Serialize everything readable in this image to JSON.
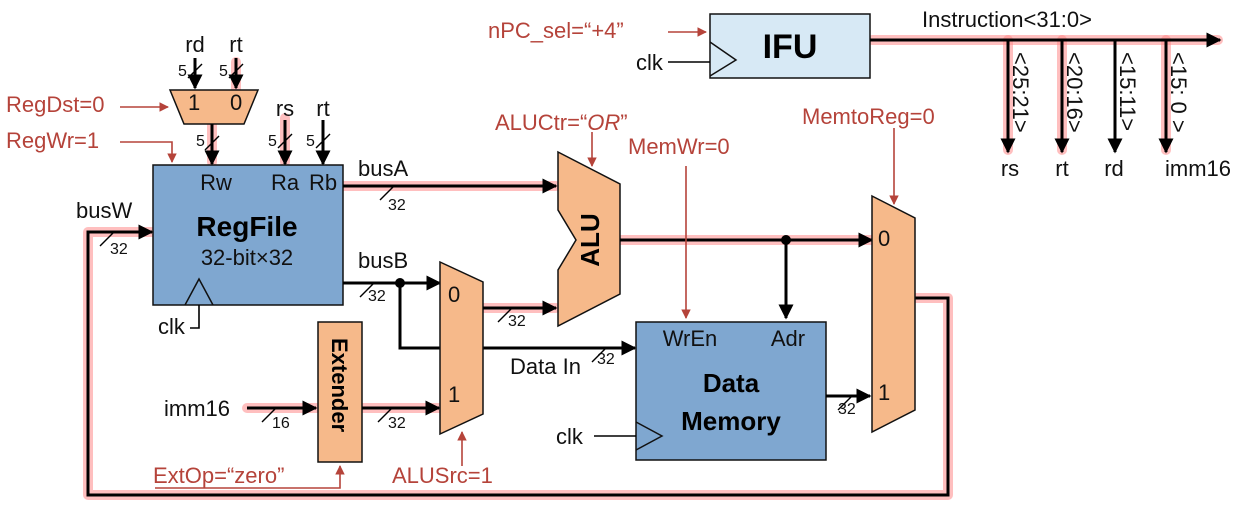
{
  "control": {
    "npc_sel": "nPC_sel=“+4”",
    "regdst": "RegDst=0",
    "regwr": "RegWr=1",
    "aluctr_prefix": "ALUCtr=“",
    "aluctr_value": "OR",
    "aluctr_suffix": "”",
    "memwr": "MemWr=0",
    "memtoreg": "MemtoReg=0",
    "extop": "ExtOp=“zero”",
    "alusrc": "ALUSrc=1"
  },
  "ifu": {
    "title": "IFU",
    "clk": "clk",
    "instruction": "Instruction<31:0>",
    "fields": [
      {
        "bits": "<25:21>",
        "name": "rs"
      },
      {
        "bits": "<20:16>",
        "name": "rt"
      },
      {
        "bits": "<15:11>",
        "name": "rd"
      },
      {
        "bits": "<15: 0 >",
        "name": "imm16"
      }
    ]
  },
  "regdst_mux": {
    "in_rd": "rd",
    "in_rt": "rt",
    "sel1": "1",
    "sel0": "0",
    "w_rd": "5",
    "w_rt": "5",
    "w_out": "5"
  },
  "regfile": {
    "title": "RegFile",
    "subtitle": "32-bit×32",
    "port_rw": "Rw",
    "port_ra": "Ra",
    "port_rb": "Rb",
    "in_rs": "rs",
    "in_rt": "rt",
    "w_rs": "5",
    "w_rt": "5",
    "clk": "clk",
    "busw": "busW",
    "busw_width": "32",
    "busa": "busA",
    "busa_width": "32",
    "busb": "busB",
    "busb_width": "32"
  },
  "extender": {
    "title": "Extender",
    "imm": "imm16",
    "in_width": "16",
    "out_width": "32"
  },
  "alusrc_mux": {
    "in0": "0",
    "in1": "1",
    "out_width": "32"
  },
  "alu": {
    "title": "ALU"
  },
  "dmem": {
    "title_line1": "Data",
    "title_line2": "Memory",
    "wren": "WrEn",
    "adr": "Adr",
    "datain": "Data In",
    "datain_width": "32",
    "clk": "clk",
    "out_width": "32"
  },
  "memtoreg_mux": {
    "in0": "0",
    "in1": "1"
  }
}
